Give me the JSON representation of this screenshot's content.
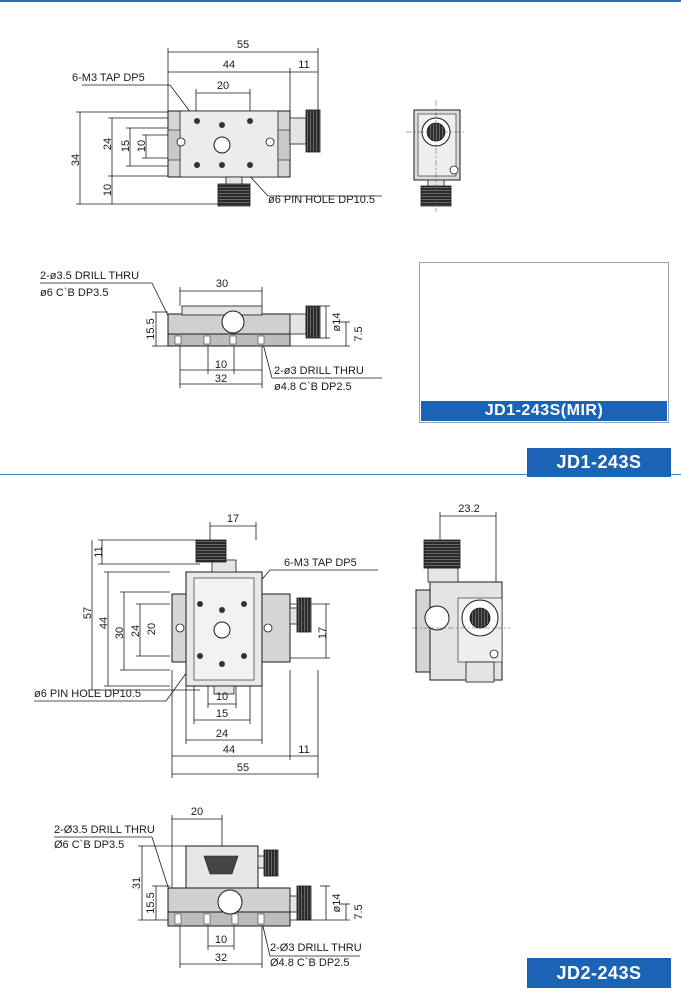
{
  "jd1": {
    "top_view": {
      "dim_overall": "55",
      "dim_body": "44",
      "dim_knob": "11",
      "dim_20": "20",
      "dim_34": "34",
      "dim_24": "24",
      "dim_15": "15",
      "dim_10a": "10",
      "dim_10b": "10",
      "tap_note": "6-M3 TAP DP5",
      "pin_note": "ø6 PIN HOLE DP10.5"
    },
    "front_view": {
      "dim_30": "30",
      "dim_15_5": "15.5",
      "dim_14": "ø14",
      "dim_7_5": "7.5",
      "dim_10": "10",
      "dim_32": "32",
      "drill_note_1": "2-ø3.5 DRILL THRU",
      "drill_note_2": "ø6 C`B DP3.5",
      "drill_note_3": "2-ø3 DRILL THRU",
      "drill_note_4": "ø4.8 C`B DP2.5"
    },
    "mir_label": "JD1-243S(MIR)",
    "model_label": "JD1-243S"
  },
  "jd2": {
    "top_view": {
      "dim_17_top": "17",
      "dim_11": "11",
      "dim_57": "57",
      "dim_44v": "44",
      "dim_30": "30",
      "dim_24": "24",
      "dim_20": "20",
      "dim_17_right": "17",
      "dim_10": "10",
      "dim_15": "15",
      "dim_24h": "24",
      "dim_44h": "44",
      "dim_11h": "11",
      "dim_55": "55",
      "tap_note": "6-M3 TAP DP5",
      "pin_note": "ø6 PIN HOLE DP10.5"
    },
    "side_view": {
      "dim_23_2": "23.2"
    },
    "front_view": {
      "dim_20": "20",
      "dim_31": "31",
      "dim_15_5": "15.5",
      "dim_14": "ø14",
      "dim_7_5": "7.5",
      "dim_10": "10",
      "dim_32": "32",
      "drill_note_1": "2-Ø3.5 DRILL THRU",
      "drill_note_2": "Ø6 C`B DP3.5",
      "drill_note_3": "2-Ø3 DRILL THRU",
      "drill_note_4": "Ø4.8 C`B DP2.5"
    },
    "model_label": "JD2-243S"
  },
  "colors": {
    "badge": "#1b63b4",
    "line": "#1a1a1a",
    "body": "#d9d9d9"
  }
}
